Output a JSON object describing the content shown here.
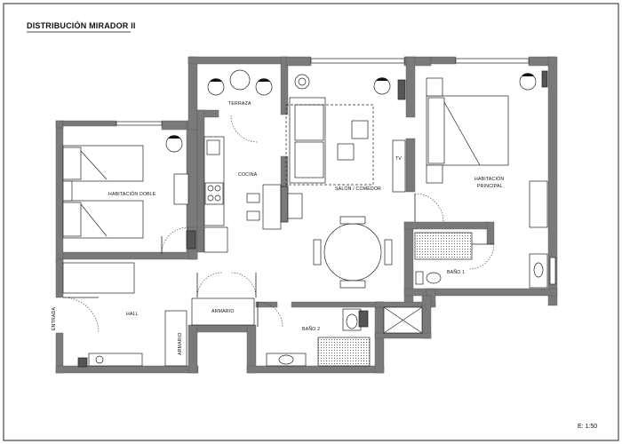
{
  "plan": {
    "title": "DISTRIBUCIÓN MIRADOR II",
    "scale": "E: 1:50",
    "colors": {
      "wall": "#7a7a7a",
      "line": "#222222",
      "floor": "#ffffff",
      "hatch": "#333333"
    },
    "rooms": {
      "terraza": "TERRAZA",
      "cocina": "COCINA",
      "salon": "SALÓN / COMEDOR",
      "habitacion_doble": "HABITACIÓN DOBLE",
      "habitacion_principal_1": "HABITACIÓN",
      "habitacion_principal_2": "PRINCIPAL",
      "hall": "HALL",
      "armario": "ARMARIO",
      "armario_hall": "ARMARIO",
      "bano1": "BAÑO 1",
      "bano2": "BAÑO 2",
      "entrada": "ENTRADA",
      "tv": "TV"
    }
  }
}
